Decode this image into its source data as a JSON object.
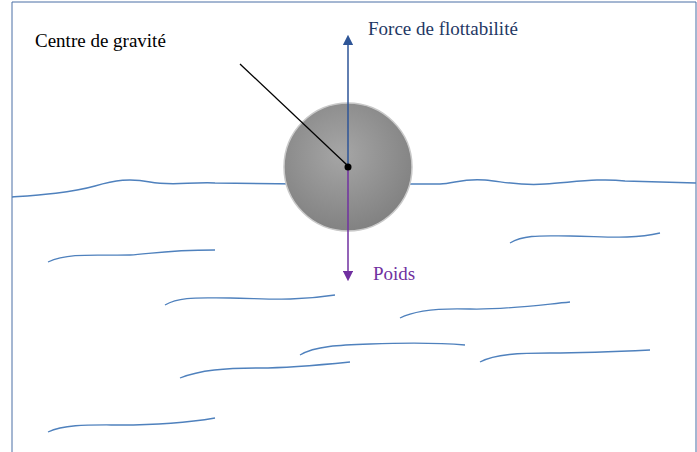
{
  "diagram": {
    "labels": [
      "Centre de gravité",
      "Force de flottabilité",
      "Poids"
    ]
  }
}
